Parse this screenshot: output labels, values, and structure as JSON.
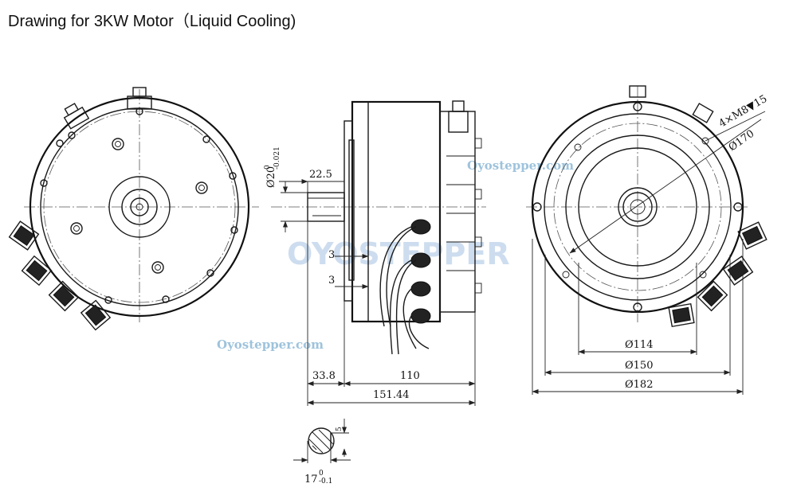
{
  "title": "Drawing for 3KW Motor（Liquid Cooling)",
  "watermarks": {
    "big": "OYOSTEPPER",
    "small": "Oyostepper.com"
  },
  "dimensions": {
    "shaft_dia": "Ø20",
    "shaft_tol_upper": "0",
    "shaft_tol_lower": "-0.021",
    "shaft_length": "22.5",
    "key_a": "3",
    "key_b": "3",
    "flange_offset": "33.8",
    "body_length": "110",
    "overall_length": "151.44",
    "bolt_pattern": "4×M8▼15",
    "pcd": "Ø170",
    "d114": "Ø114",
    "d150": "Ø150",
    "d182": "Ø182",
    "key_width": "5",
    "key_depth": "17",
    "key_tol_upper": "0",
    "key_tol_lower": "-0.1"
  }
}
